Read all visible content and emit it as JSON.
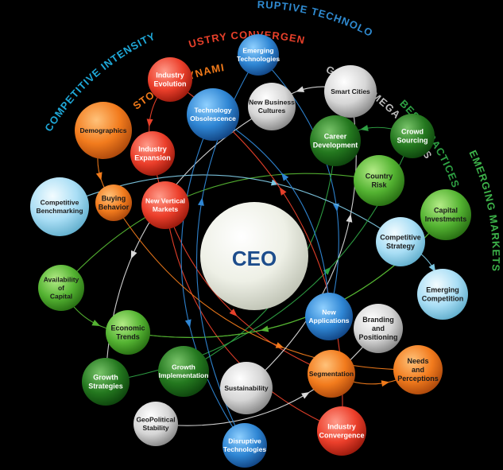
{
  "center": {
    "label": "CEO"
  },
  "categories": [
    {
      "id": "competitive-intensity",
      "label": "COMPETITIVE INTENSITY",
      "color": "#1fa8d8"
    },
    {
      "id": "customer-dynamics",
      "label": "CUSTOMER DYNAMICS",
      "color": "#f07a1a"
    },
    {
      "id": "industry-convergence",
      "label": "INDUSTRY CONVERGENCE",
      "color": "#e8402a"
    },
    {
      "id": "disruptive-technology",
      "label": "DISRUPTIVE TECHNOLOGY",
      "color": "#2f8ad0"
    },
    {
      "id": "global-mega-trends",
      "label": "GLOBAL MEGA TRENDS",
      "color": "#bdbdbd"
    },
    {
      "id": "best-practices",
      "label": "BEST PRACTICES",
      "color": "#2ea043"
    },
    {
      "id": "emerging-markets",
      "label": "EMERGING MARKETS",
      "color": "#3db34a"
    }
  ],
  "nodes": [
    {
      "id": "emerging-technologies",
      "label": [
        "Emerging",
        "Technologies"
      ],
      "color": "blue"
    },
    {
      "id": "industry-evolution",
      "label": [
        "Industry",
        "Evolution"
      ],
      "color": "red"
    },
    {
      "id": "technology-obsolescence",
      "label": [
        "Technology",
        "Obsolescence"
      ],
      "color": "blue"
    },
    {
      "id": "new-business-cultures",
      "label": [
        "New Business",
        "Cultures"
      ],
      "color": "white"
    },
    {
      "id": "smart-cities",
      "label": [
        "Smart Cities"
      ],
      "color": "white"
    },
    {
      "id": "demographics",
      "label": [
        "Demographics"
      ],
      "color": "orange"
    },
    {
      "id": "industry-expansion",
      "label": [
        "Industry",
        "Expansion"
      ],
      "color": "red"
    },
    {
      "id": "career-development",
      "label": [
        "Career",
        "Development"
      ],
      "color": "darkgreen"
    },
    {
      "id": "crowd-sourcing",
      "label": [
        "Crowd",
        "Sourcing"
      ],
      "color": "darkgreen"
    },
    {
      "id": "country-risk",
      "label": [
        "Country",
        "Risk"
      ],
      "color": "green"
    },
    {
      "id": "competitive-benchmarking",
      "label": [
        "Competitive",
        "Benchmarking"
      ],
      "color": "lightblue"
    },
    {
      "id": "buying-behavior",
      "label": [
        "Buying",
        "Behavior"
      ],
      "color": "orange"
    },
    {
      "id": "new-vertical-markets",
      "label": [
        "New Vertical",
        "Markets"
      ],
      "color": "red"
    },
    {
      "id": "capital-investments",
      "label": [
        "Capital",
        "Investments"
      ],
      "color": "green"
    },
    {
      "id": "competitive-strategy",
      "label": [
        "Competitive",
        "Strategy"
      ],
      "color": "lightblue"
    },
    {
      "id": "availability-of-capital",
      "label": [
        "Availability",
        "of",
        "Capital"
      ],
      "color": "green"
    },
    {
      "id": "emerging-competition",
      "label": [
        "Emerging",
        "Competition"
      ],
      "color": "lightblue"
    },
    {
      "id": "new-applications",
      "label": [
        "New",
        "Applications"
      ],
      "color": "blue"
    },
    {
      "id": "branding-and-positioning",
      "label": [
        "Branding",
        "and",
        "Positioning"
      ],
      "color": "white"
    },
    {
      "id": "economic-trends",
      "label": [
        "Economic",
        "Trends"
      ],
      "color": "green"
    },
    {
      "id": "needs-and-perceptions",
      "label": [
        "Needs",
        "and",
        "Perceptions"
      ],
      "color": "orange"
    },
    {
      "id": "growth-implementation",
      "label": [
        "Growth",
        "Implementation"
      ],
      "color": "darkgreen"
    },
    {
      "id": "growth-strategies",
      "label": [
        "Growth",
        "Strategies"
      ],
      "color": "darkgreen"
    },
    {
      "id": "sustainability",
      "label": [
        "Sustainability"
      ],
      "color": "white"
    },
    {
      "id": "segmentation",
      "label": [
        "Segmentation"
      ],
      "color": "orange"
    },
    {
      "id": "geopolitical-stability",
      "label": [
        "GeoPolitical",
        "Stability"
      ],
      "color": "white"
    },
    {
      "id": "industry-convergence-node",
      "label": [
        "Industry",
        "Convergence"
      ],
      "color": "red"
    },
    {
      "id": "disruptive-technologies",
      "label": [
        "Disruptive",
        "Technologies"
      ],
      "color": "blue"
    }
  ],
  "palette": {
    "blue": {
      "light": "#8fd0ff",
      "mid": "#2f86d4",
      "dark": "#0e3d7a",
      "text": "#ffffff"
    },
    "red": {
      "light": "#ff9b8a",
      "mid": "#ec3f2b",
      "dark": "#8f1509",
      "text": "#ffffff"
    },
    "orange": {
      "light": "#ffc27a",
      "mid": "#f27b1d",
      "dark": "#a3420a",
      "text": "#1a1a1a"
    },
    "white": {
      "light": "#ffffff",
      "mid": "#d6d6d6",
      "dark": "#7d7d7d",
      "text": "#1a1a1a"
    },
    "darkgreen": {
      "light": "#79c46a",
      "mid": "#24781f",
      "dark": "#0b3e0b",
      "text": "#ffffff"
    },
    "green": {
      "light": "#b4ec87",
      "mid": "#54b332",
      "dark": "#22660f",
      "text": "#1a1a1a"
    },
    "lightblue": {
      "light": "#f3fcff",
      "mid": "#a9def5",
      "dark": "#5aa9c8",
      "text": "#1a1a1a"
    },
    "center": {
      "light": "#ffffff",
      "mid": "#eef0e6",
      "dark": "#b9bdae",
      "text": "#1d4d8c"
    }
  },
  "connections": [
    {
      "from": "new-business-cultures",
      "to": "growth-strategies",
      "color": "#d9d9d9"
    },
    {
      "from": "smart-cities",
      "to": "new-business-cultures",
      "color": "#d9d9d9"
    },
    {
      "from": "demographics",
      "to": "buying-behavior",
      "color": "#f07a1a"
    },
    {
      "from": "industry-evolution",
      "to": "industry-expansion",
      "color": "#e8402a"
    },
    {
      "from": "industry-expansion",
      "to": "segmentation",
      "color": "#e8402a"
    },
    {
      "from": "new-vertical-markets",
      "to": "industry-convergence-node",
      "color": "#e8402a"
    },
    {
      "from": "emerging-technologies",
      "to": "new-applications",
      "color": "#2f86d4"
    },
    {
      "from": "technology-obsolescence",
      "to": "disruptive-technologies",
      "color": "#2f86d4"
    },
    {
      "from": "career-development",
      "to": "growth-implementation",
      "color": "#2ea043"
    },
    {
      "from": "crowd-sourcing",
      "to": "career-development",
      "color": "#2ea043"
    },
    {
      "from": "country-risk",
      "to": "availability-of-capital",
      "color": "#54b332"
    },
    {
      "from": "capital-investments",
      "to": "economic-trends",
      "color": "#54b332"
    },
    {
      "from": "competitive-benchmarking",
      "to": "competitive-strategy",
      "color": "#7ec8e3"
    },
    {
      "from": "competitive-strategy",
      "to": "emerging-competition",
      "color": "#7ec8e3"
    },
    {
      "from": "availability-of-capital",
      "to": "economic-trends",
      "color": "#54b332"
    },
    {
      "from": "buying-behavior",
      "to": "needs-and-perceptions",
      "color": "#f07a1a"
    },
    {
      "from": "segmentation",
      "to": "needs-and-perceptions",
      "color": "#f07a1a"
    },
    {
      "from": "sustainability",
      "to": "smart-cities",
      "color": "#d9d9d9"
    },
    {
      "from": "geopolitical-stability",
      "to": "branding-and-positioning",
      "color": "#d9d9d9"
    },
    {
      "from": "growth-strategies",
      "to": "crowd-sourcing",
      "color": "#2ea043"
    },
    {
      "from": "disruptive-technologies",
      "to": "emerging-technologies",
      "color": "#2f86d4"
    },
    {
      "from": "industry-convergence-node",
      "to": "industry-evolution",
      "color": "#e8402a"
    },
    {
      "from": "economic-trends",
      "to": "capital-investments",
      "color": "#54b332"
    },
    {
      "from": "new-applications",
      "to": "technology-obsolescence",
      "color": "#2f86d4"
    }
  ]
}
